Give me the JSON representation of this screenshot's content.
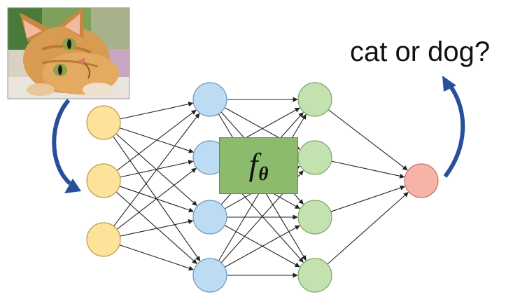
{
  "question": "cat or dog?",
  "function_label": {
    "symbol": "f",
    "subscript": "θ"
  },
  "input_image": {
    "description_icon": "cat-photo"
  },
  "layers": [
    {
      "name": "input",
      "neurons": 3,
      "color": "#fde29a",
      "stroke": "#b89a4a"
    },
    {
      "name": "hidden-1",
      "neurons": 4,
      "color": "#bcdcf3",
      "stroke": "#6f97b7"
    },
    {
      "name": "hidden-2",
      "neurons": 4,
      "color": "#c4e2b0",
      "stroke": "#7ea466"
    },
    {
      "name": "output",
      "neurons": 1,
      "color": "#f7b3a7",
      "stroke": "#bb7568"
    }
  ],
  "colors": {
    "edge": "#222222",
    "curved_arrow": "#284f9c",
    "function_box": "#8dbb6e"
  }
}
